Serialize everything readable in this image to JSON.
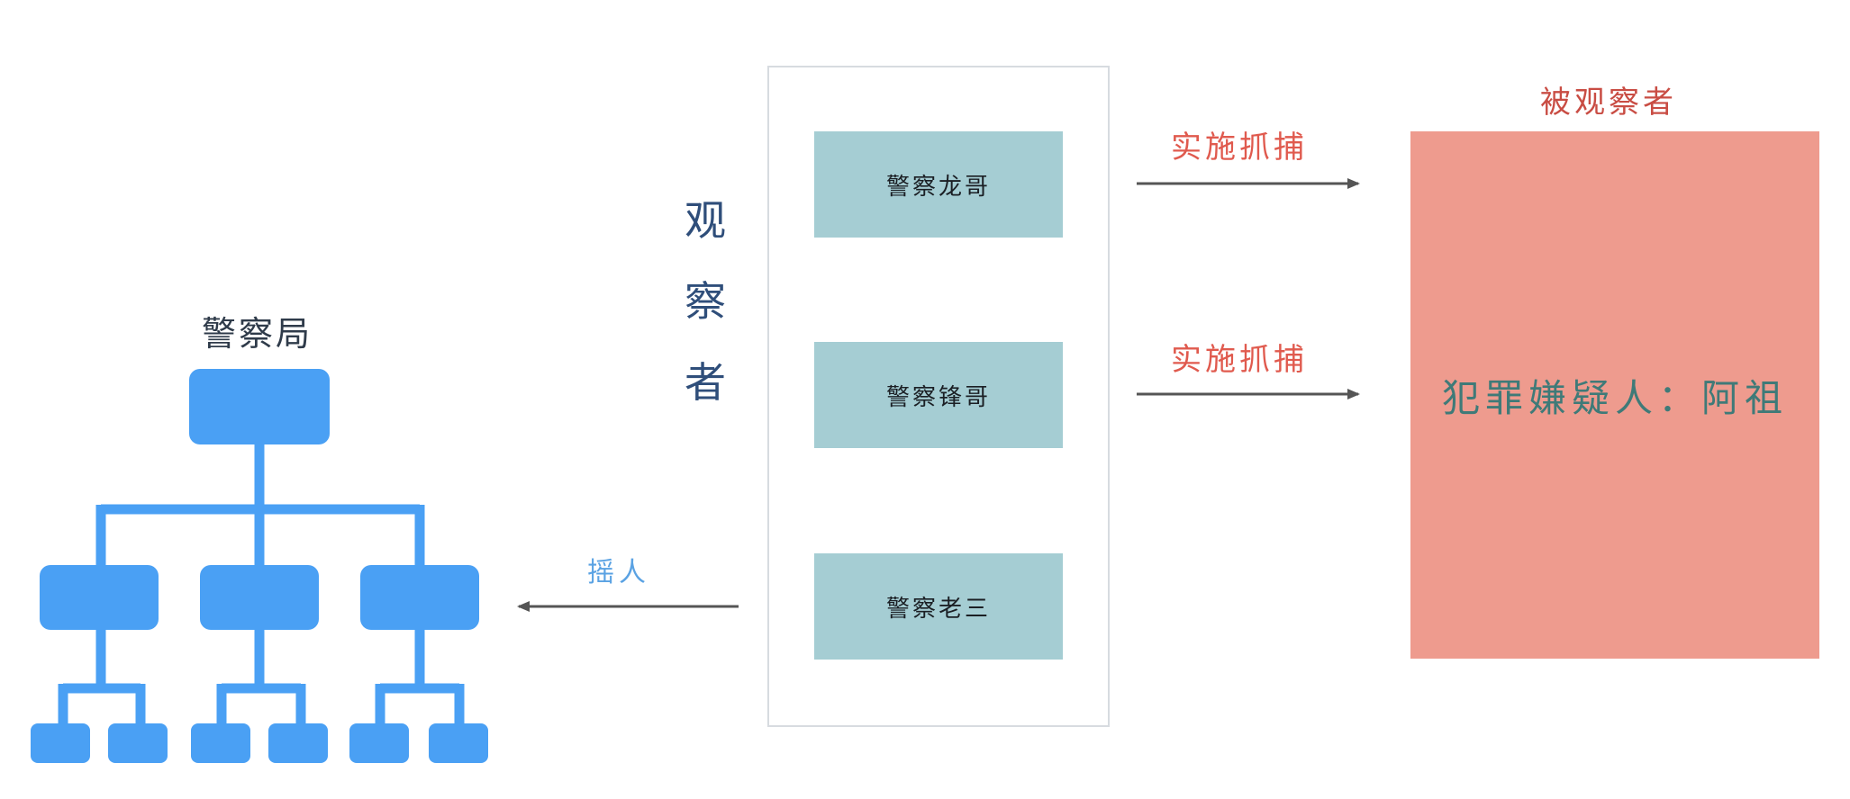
{
  "observer_label": [
    "观",
    "察",
    "者"
  ],
  "observers": [
    {
      "name": "警察龙哥"
    },
    {
      "name": "警察锋哥"
    },
    {
      "name": "警察老三"
    }
  ],
  "actions": {
    "arrest_1": "实施抓捕",
    "arrest_2": "实施抓捕",
    "call_help": "摇人"
  },
  "observed": {
    "title": "被观察者",
    "suspect": "犯罪嫌疑人：阿祖"
  },
  "police_station": {
    "title": "警察局"
  },
  "colors": {
    "observer_card": "#a5cdd3",
    "suspect_box": "#ee9b8e",
    "org_chart": "#4aa0f4",
    "arrow": "#555555",
    "arrest_text": "#e05a4e",
    "call_text": "#5aa2e3",
    "observer_text": "#2f4e7a"
  }
}
